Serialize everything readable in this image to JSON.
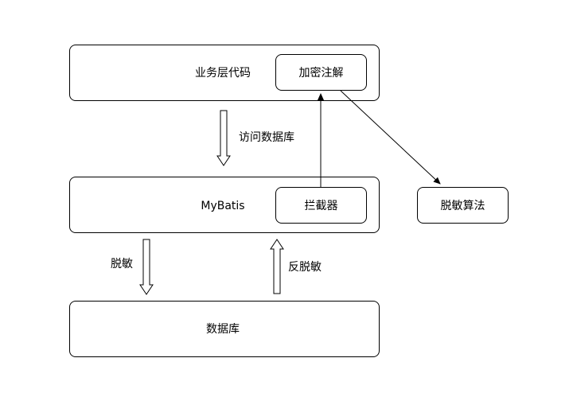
{
  "nodes": {
    "business_code": "业务层代码",
    "encrypt_annotation": "加密注解",
    "mybatis": "MyBatis",
    "interceptor": "拦截器",
    "database": "数据库",
    "desensitize_algorithm": "脱敏算法"
  },
  "edges": {
    "access_database": "访问数据库",
    "desensitize": "脱敏",
    "reverse_desensitize": "反脱敏"
  }
}
